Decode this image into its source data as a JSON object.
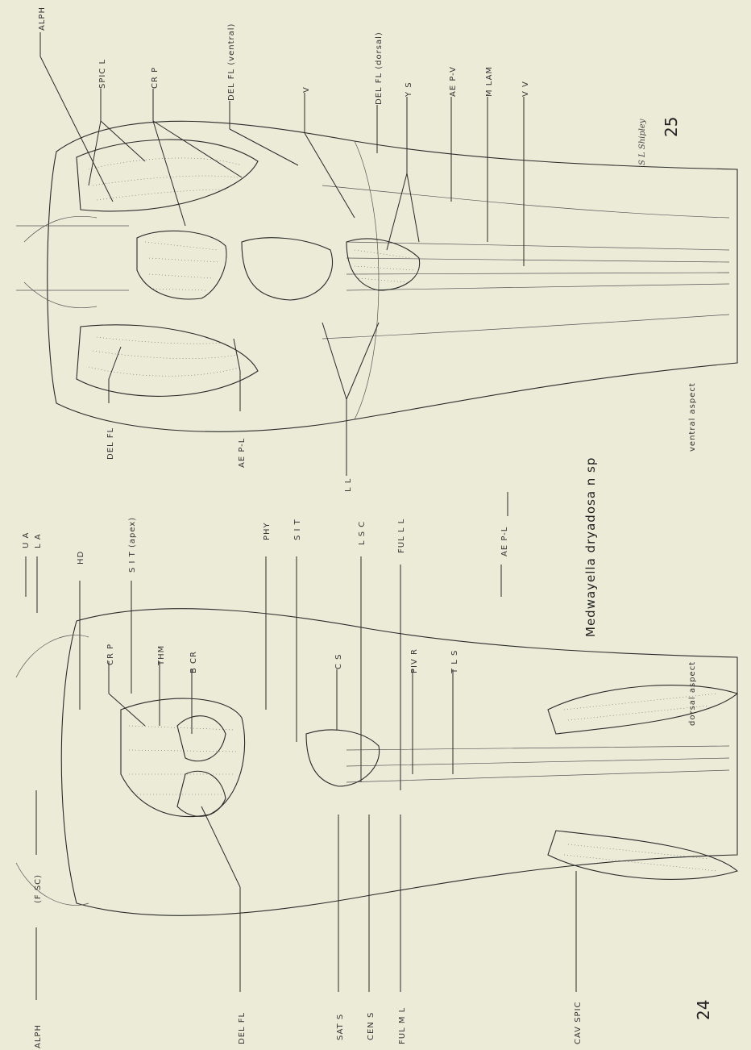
{
  "title": "Medwayella dryadosa n sp",
  "figures": {
    "fig24": {
      "number": "24",
      "aspect": "dorsal aspect"
    },
    "fig25": {
      "number": "25",
      "aspect": "ventral aspect"
    }
  },
  "signature": "S L Shipley",
  "middle_labels": {
    "ua": "U A",
    "la": "L A",
    "hd": "HD",
    "sit_apex": "S I T (apex)",
    "phy": "PHY",
    "sit": "S I T",
    "lsc": "L S C",
    "fulll": "FUL L L",
    "aepl": "AE P-L"
  },
  "fig25_labels": {
    "alph": "ALPH",
    "spicl": "SPIC L",
    "crp": "CR P",
    "delfl_ventral": "DEL FL (ventral)",
    "v": "V",
    "delfl_dorsal": "DEL FL (dorsal)",
    "ys": "Y S",
    "aepv": "AE P-V",
    "mlam": "M LAM",
    "vv": "V V",
    "delfl": "DEL FL",
    "aepl": "AE P-L",
    "ll": "L L"
  },
  "fig24_labels": {
    "fsc": "(F SC)",
    "alph": "ALPH",
    "crp": "CR P",
    "thm": "THM",
    "bcr": "B CR",
    "cs": "C S",
    "pivr": "PIV R",
    "tls": "T L S",
    "delfl": "DEL FL",
    "sats": "SAT S",
    "cens": "CEN S",
    "fulml": "FUL M L",
    "cavspic": "CAV SPIC"
  }
}
